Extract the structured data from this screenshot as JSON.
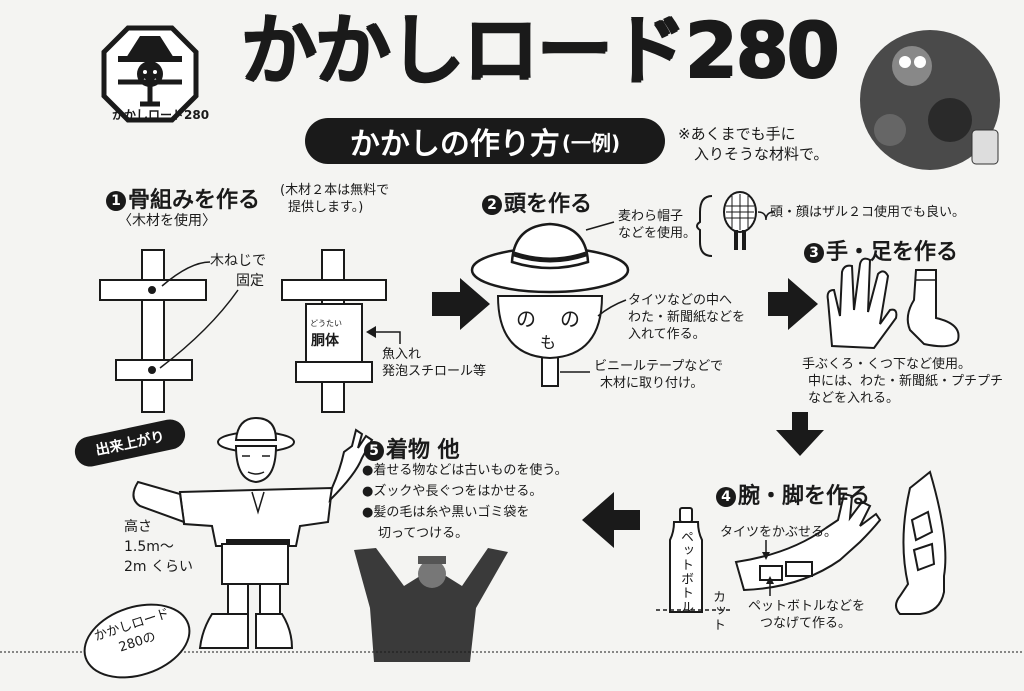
{
  "header": {
    "title": "かかしロード280",
    "logo_caption": "かかしロード280",
    "howto_main": "かかしの作り方",
    "howto_sub": "(一例)",
    "note_line1": "※あくまでも手に",
    "note_line2": "入りそうな材料で。"
  },
  "step1": {
    "num": "1",
    "heading": "骨組みを作る",
    "paren_line1": "(木材２本は無料で",
    "paren_line2": "提供します。)",
    "sub": "〈木材を使用〉",
    "screw_line1": "木ねじで",
    "screw_line2": "固定",
    "body_ruby": "どうたい",
    "body_label": "胴体",
    "fill_line1": "魚入れ",
    "fill_line2": "発泡スチロール等"
  },
  "step2": {
    "num": "2",
    "heading": "頭を作る",
    "hat_line1": "麦わら帽子",
    "hat_line2": "などを使用。",
    "colander_note": "頭・顔はザル２コ使用でも良い。",
    "stuff_line1": "タイツなどの中へ",
    "stuff_line2": "わた・新聞紙などを",
    "stuff_line3": "入れて作る。",
    "tape_line1": "ビニールテープなどで",
    "tape_line2": "木材に取り付け。"
  },
  "step3": {
    "num": "3",
    "heading": "手・足を作る",
    "line1": "手ぶくろ・くつ下など使用。",
    "line2": "中には、わた・新聞紙・プチプチ",
    "line3": "などを入れる。"
  },
  "step4": {
    "num": "4",
    "heading": "腕・脚を作る",
    "bottle_label": "ペットボトル",
    "cut_label": "カット",
    "tights_note": "タイツをかぶせる。",
    "join_line1": "ペットボトルなどを",
    "join_line2": "つなげて作る。"
  },
  "step5": {
    "num": "5",
    "heading": "着物 他",
    "b1": "●着せる物などは古いものを使う。",
    "b2": "●ズックや長ぐつをはかせる。",
    "b3": "●髪の毛は糸や黒いゴミ袋を",
    "b3b": "切ってつける。"
  },
  "finished": {
    "badge": "出来上がり",
    "height_line1": "高さ",
    "height_line2": "1.5m〜",
    "height_line3": "2m くらい",
    "stamp_line1": "かかしロード",
    "stamp_line2": "280の"
  }
}
